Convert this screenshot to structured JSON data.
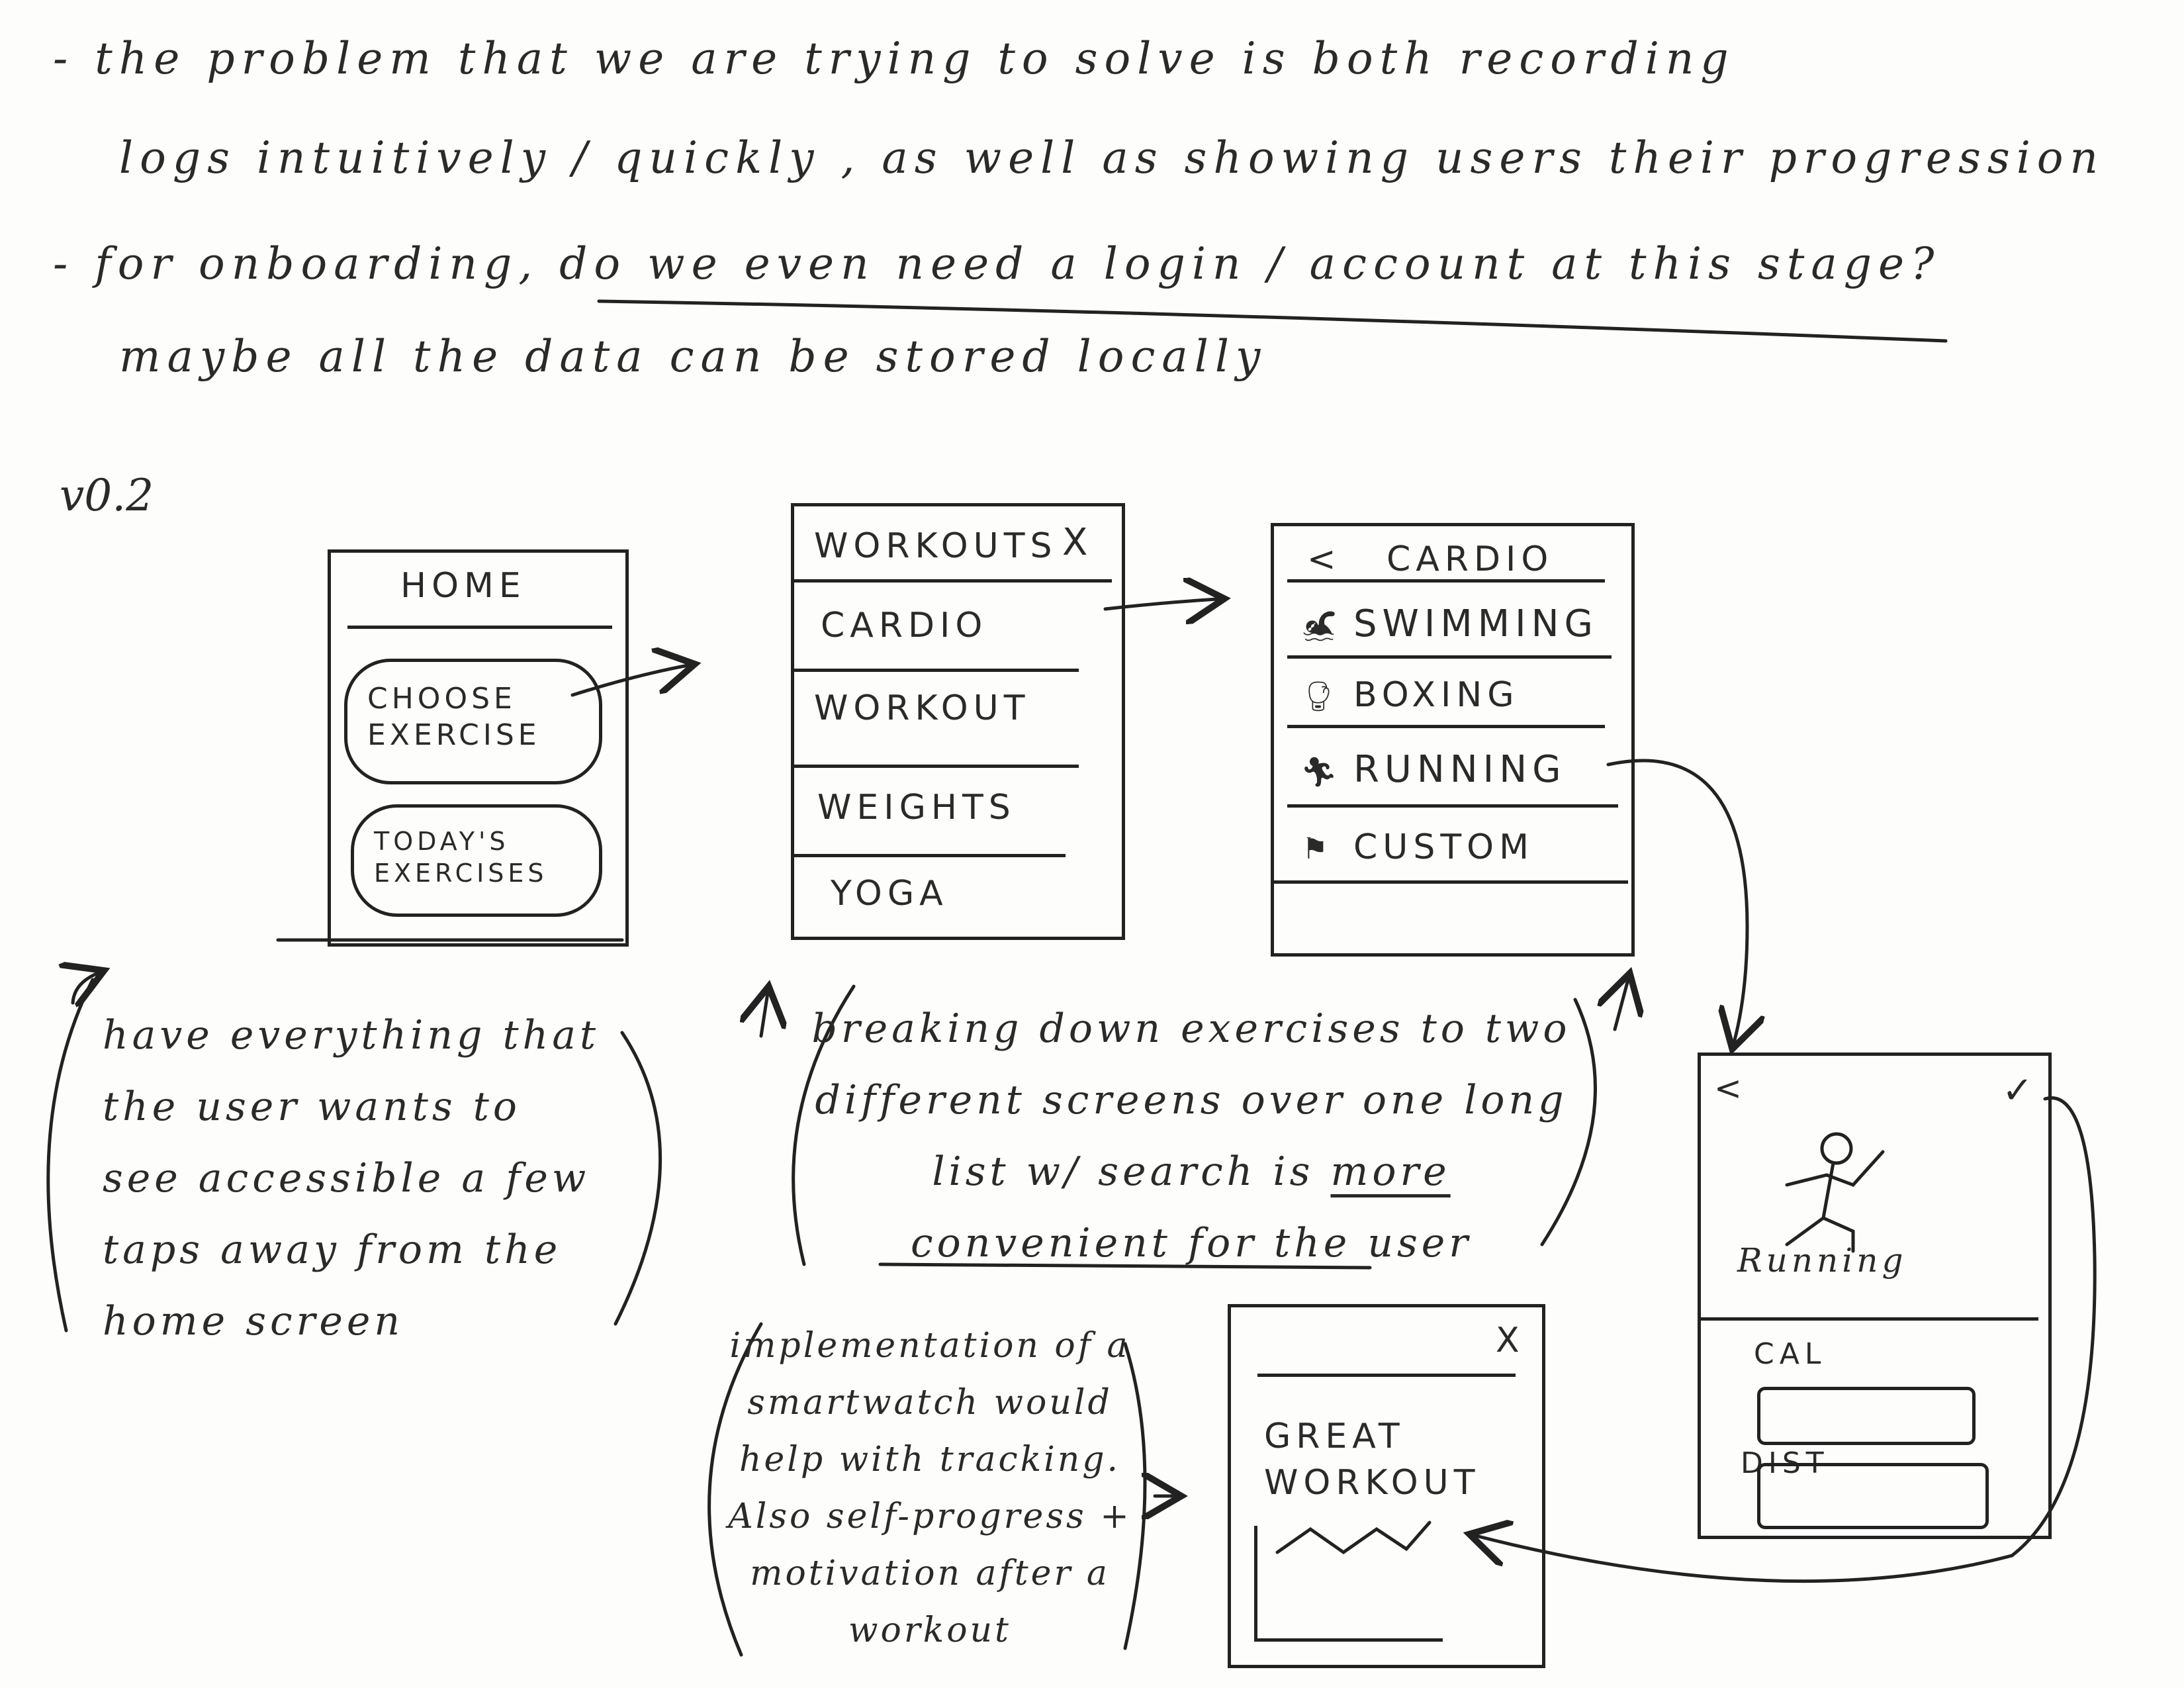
{
  "notes": {
    "line1": "- the problem that we are trying to solve is both recording",
    "line2": "logs intuitively / quickly , as well as showing users their progression",
    "line3": "- for onboarding, do we even need a login / account at this stage?",
    "line4": "maybe all the data can be stored locally"
  },
  "version": "v0.2",
  "home_screen": {
    "title": "HOME",
    "choose_button": "CHOOSE EXERCISE",
    "today_button": "TODAY'S EXERCISES"
  },
  "workouts_screen": {
    "title": "WORKOUTS",
    "close": "X",
    "items": [
      "CARDIO",
      "WORKOUT",
      "WEIGHTS",
      "YOGA"
    ]
  },
  "cardio_screen": {
    "back": "<",
    "title": "CARDIO",
    "items": [
      {
        "label": "SWIMMING",
        "icon": "swimmer-icon"
      },
      {
        "label": "BOXING",
        "icon": "boxer-icon"
      },
      {
        "label": "RUNNING",
        "icon": "runner-icon"
      },
      {
        "label": "CUSTOM",
        "icon": "flag-icon"
      }
    ]
  },
  "running_screen": {
    "back": "<",
    "check": "✓",
    "label": "Running",
    "cal_label": "CAL",
    "dist_label": "DIST"
  },
  "great_screen": {
    "close": "X",
    "title_line1": "GREAT",
    "title_line2": "WORKOUT"
  },
  "comments": {
    "home": "have everything that the user wants to see accessible a few taps away from the home screen",
    "breakdown_pre": "breaking down exercises to two different screens over one long list w/ search is",
    "breakdown_more": "more",
    "breakdown_post": "convenient for the user",
    "smartwatch": "implementation of a smartwatch would help with tracking. Also self-progress + motivation after a workout"
  },
  "colors": {
    "ink": "#222222",
    "paper": "#fdfdfb"
  }
}
